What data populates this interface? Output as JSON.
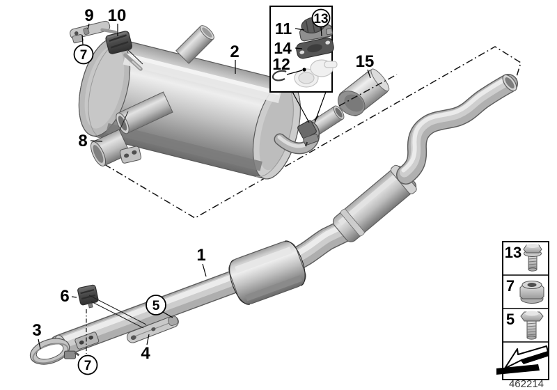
{
  "diagram": {
    "labels": {
      "l1": "1",
      "l2": "2",
      "l3": "3",
      "l4": "4",
      "l6": "6",
      "l8": "8",
      "l9": "9",
      "l10": "10",
      "l15": "15"
    },
    "inset_labels": {
      "l11": "11",
      "l12": "12",
      "l14": "14"
    },
    "callouts": {
      "c7_top": "7",
      "c7_bottom": "7",
      "c5": "5",
      "c13_inset": "13"
    }
  },
  "legend": {
    "rows": [
      {
        "num": "13",
        "icon": "hex-flange-bolt-icon"
      },
      {
        "num": "7",
        "icon": "hex-flange-nut-icon"
      },
      {
        "num": "5",
        "icon": "hex-bolt-icon"
      }
    ],
    "direction_icon": "direction-arrow-icon",
    "drawing_number": "462214"
  },
  "colors": {
    "background": "#ffffff",
    "line": "#000000",
    "part_dark": "#4a4a4a",
    "part_mid": "#b0b0b0",
    "part_light": "#e9e9e9"
  }
}
